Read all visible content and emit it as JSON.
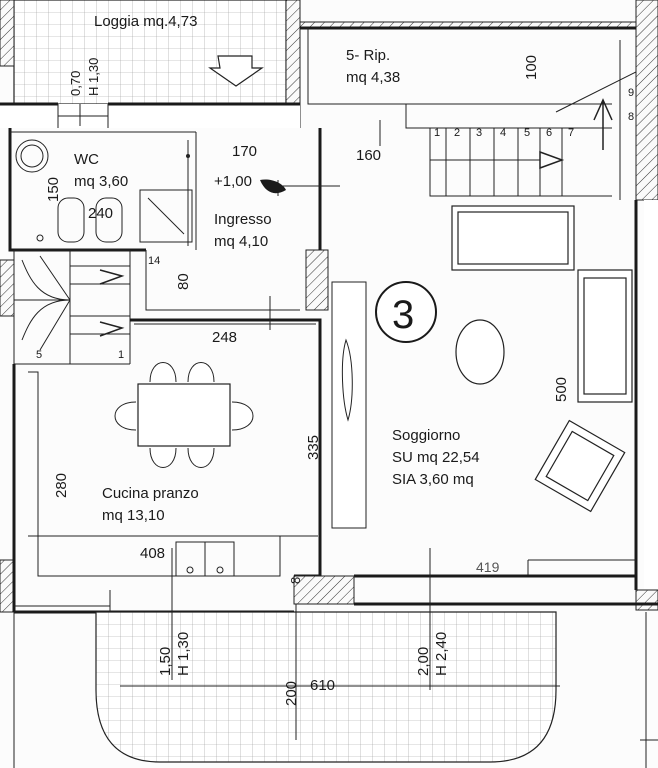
{
  "loggia": {
    "label": "Loggia mq.4,73"
  },
  "ripostiglio": {
    "name": "5- Rip.",
    "area": "mq 4,38",
    "dim": "100"
  },
  "wc": {
    "name": "WC",
    "area": "mq 3,60",
    "dim_h": "150",
    "dim_w": "240"
  },
  "ingresso": {
    "name": "Ingresso",
    "area": "mq 4,10",
    "level": "+1,00",
    "dim_top": "170",
    "dim_side": "80",
    "step_note": "14"
  },
  "soggiorno": {
    "name": "Soggiorno",
    "su": "SU mq 22,54",
    "sia": "SIA 3,60 mq",
    "dim_top": "160",
    "dim_side": "500",
    "dim_bottom": "419"
  },
  "cucina": {
    "name": "Cucina pranzo",
    "area": "mq 13,10",
    "dim_top": "248",
    "dim_side": "335",
    "dim_left": "280",
    "dim_bottom": "408"
  },
  "unit_number": "3",
  "stairs_top": {
    "steps": [
      "1",
      "2",
      "3",
      "4",
      "5",
      "6",
      "7"
    ],
    "extra": [
      "9",
      "8"
    ]
  },
  "stairs_left": {
    "start": "5",
    "end": "1"
  },
  "window_heights": {
    "loggia_sill": "0,70",
    "loggia_head": "H 1,30",
    "terrace_left_sill": "1,50",
    "terrace_left_head": "H 1,30",
    "terrace_right_sill": "2,00",
    "terrace_right_head": "H 2,40",
    "bottom_mark": "8"
  },
  "terrace": {
    "dim_width": "610",
    "dim_depth": "200"
  }
}
